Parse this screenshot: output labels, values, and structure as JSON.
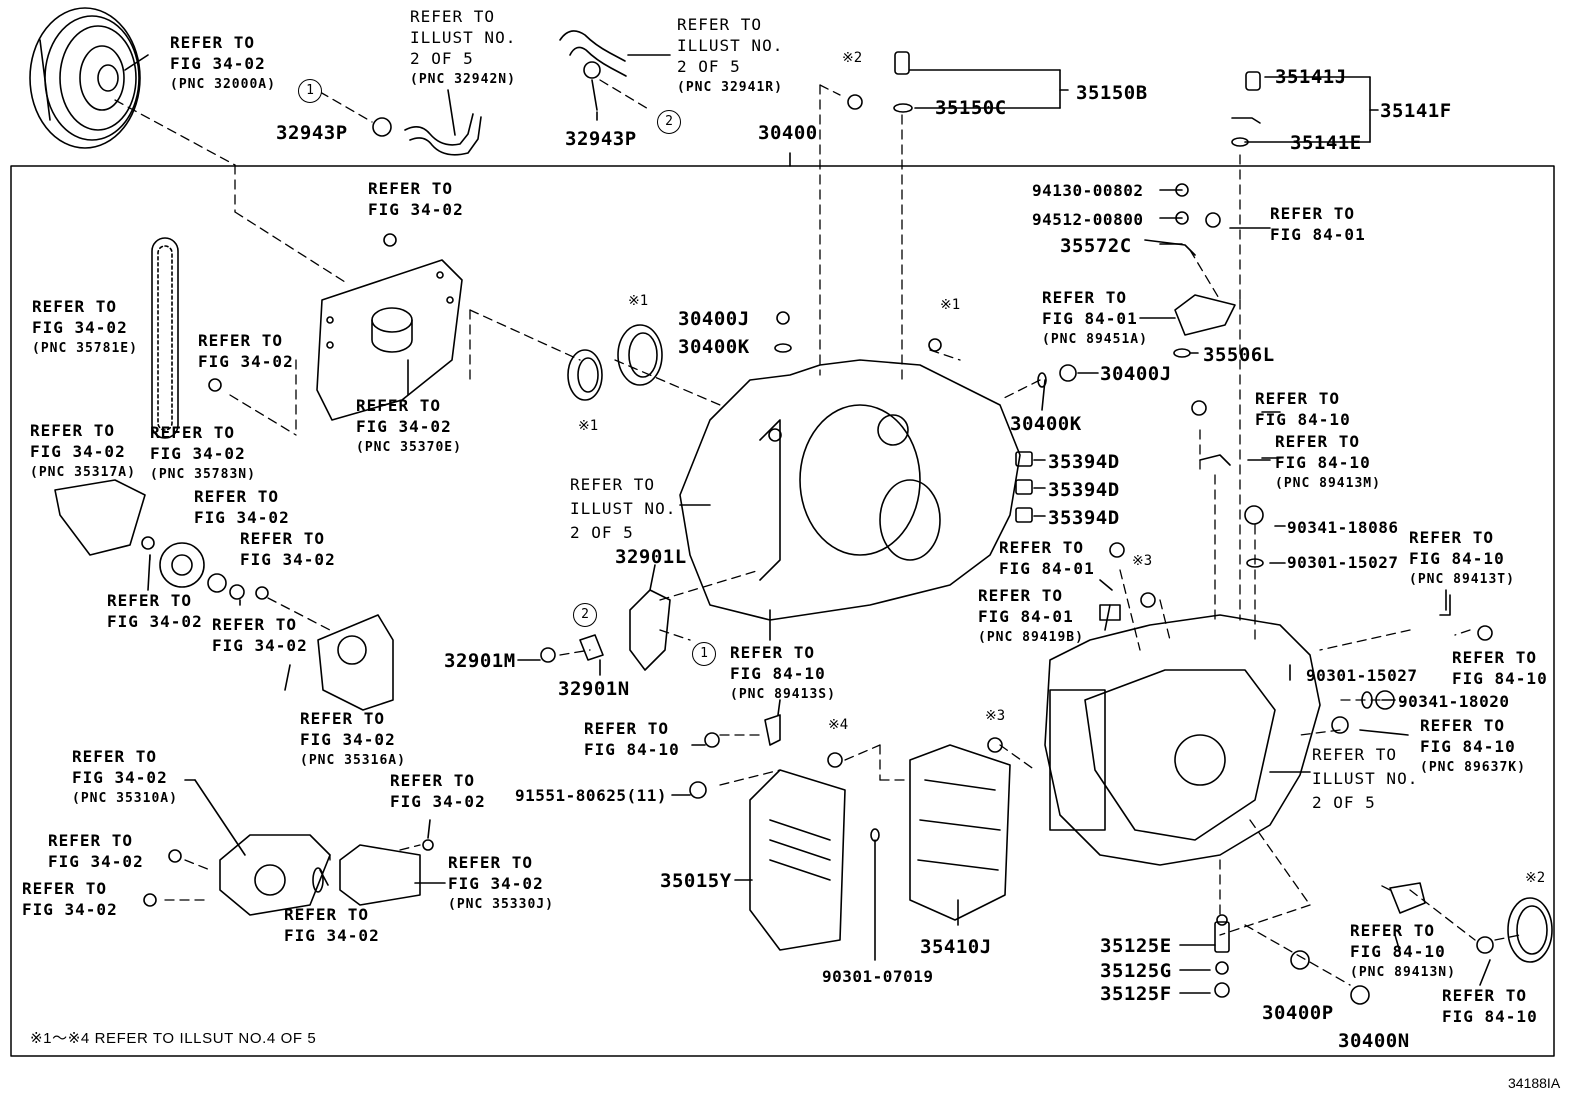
{
  "page": {
    "bg_color": "#ffffff",
    "ink_color": "#000000"
  },
  "footnote": "※1～※4 REFER TO ILLSUT NO.4 OF 5",
  "illustration_code": "34188IA",
  "callouts": {
    "c1": "1",
    "c2": "2"
  },
  "marks": {
    "m1": "※1",
    "m2": "※2",
    "m3": "※3",
    "m4": "※4"
  },
  "parts": {
    "p32943P_a": "32943P",
    "p32943P_b": "32943P",
    "p30400": "30400",
    "p35150B": "35150B",
    "p35150C": "35150C",
    "p35141J": "35141J",
    "p35141F": "35141F",
    "p35141E": "35141E",
    "p94130": "94130-00802",
    "p94512": "94512-00800",
    "p35572C": "35572C",
    "p30400J_a": "30400J",
    "p30400K_a": "30400K",
    "p35506L": "35506L",
    "p30400J_b": "30400J",
    "p30400K_b": "30400K",
    "p35394D_a": "35394D",
    "p35394D_b": "35394D",
    "p35394D_c": "35394D",
    "p90341_18086": "90341-18086",
    "p90301_15027_a": "90301-15027",
    "p32901L": "32901L",
    "p32901M": "32901M",
    "p32901N": "32901N",
    "p90301_15027_b": "90301-15027",
    "p90341_18020": "90341-18020",
    "p91551": "91551-80625(11)",
    "p35015Y": "35015Y",
    "p35410J": "35410J",
    "p90301_07019": "90301-07019",
    "p35125E": "35125E",
    "p35125G": "35125G",
    "p35125F": "35125F",
    "p30400P": "30400P",
    "p30400N": "30400N"
  },
  "refs": {
    "r1": {
      "l1": "REFER TO",
      "l2": "FIG 34-02",
      "pnc": "(PNC 32000A)"
    },
    "r2": {
      "l1": "REFER TO",
      "l2": "ILLUST NO.",
      "l3": "2 OF 5",
      "pnc": "(PNC 32942N)"
    },
    "r3": {
      "l1": "REFER TO",
      "l2": "ILLUST NO.",
      "l3": "2 OF 5",
      "pnc": "(PNC 32941R)"
    },
    "r4": {
      "l1": "REFER TO",
      "l2": "FIG 34-02"
    },
    "r5": {
      "l1": "REFER TO",
      "l2": "FIG 34-02",
      "pnc": "(PNC 35781E)"
    },
    "r6": {
      "l1": "REFER TO",
      "l2": "FIG 34-02"
    },
    "r7": {
      "l1": "REFER TO",
      "l2": "FIG 34-02",
      "pnc": "(PNC 35370E)"
    },
    "r8": {
      "l1": "REFER TO",
      "l2": "FIG 34-02",
      "pnc": "(PNC 35317A)"
    },
    "r9": {
      "l1": "REFER TO",
      "l2": "FIG 34-02",
      "pnc": "(PNC 35783N)"
    },
    "r10": {
      "l1": "REFER TO",
      "l2": "FIG 34-02"
    },
    "r11": {
      "l1": "REFER TO",
      "l2": "FIG 34-02"
    },
    "r12": {
      "l1": "REFER TO",
      "l2": "FIG 34-02"
    },
    "r13": {
      "l1": "REFER TO",
      "l2": "FIG 34-02"
    },
    "r14": {
      "l1": "REFER TO",
      "l2": "FIG 34-02",
      "pnc": "(PNC 35316A)"
    },
    "r15": {
      "l1": "REFER TO",
      "l2": "FIG 34-02",
      "pnc": "(PNC 35310A)"
    },
    "r16": {
      "l1": "REFER TO",
      "l2": "FIG 34-02"
    },
    "r17": {
      "l1": "REFER TO",
      "l2": "FIG 34-02"
    },
    "r18": {
      "l1": "REFER TO",
      "l2": "FIG 34-02"
    },
    "r19": {
      "l1": "REFER TO",
      "l2": "FIG 34-02",
      "pnc": "(PNC 35330J)"
    },
    "r20": {
      "l1": "REFER TO",
      "l2": "FIG 34-02"
    },
    "r21": {
      "l1": "REFER TO",
      "l2": "ILLUST NO.",
      "l3": "2 OF 5"
    },
    "r22": {
      "l1": "REFER TO",
      "l2": "FIG 84-10",
      "pnc": "(PNC 89413S)"
    },
    "r23": {
      "l1": "REFER TO",
      "l2": "FIG 84-10"
    },
    "r24": {
      "l1": "REFER TO",
      "l2": "FIG 84-01"
    },
    "r25": {
      "l1": "REFER TO",
      "l2": "FIG 84-01",
      "pnc": "(PNC 89451A)"
    },
    "r26": {
      "l1": "REFER TO",
      "l2": "FIG 84-10"
    },
    "r27": {
      "l1": "REFER TO",
      "l2": "FIG 84-10",
      "pnc": "(PNC 89413M)"
    },
    "r28": {
      "l1": "REFER TO",
      "l2": "FIG 84-01"
    },
    "r29": {
      "l1": "REFER TO",
      "l2": "FIG 84-01",
      "pnc": "(PNC 89419B)"
    },
    "r30": {
      "l1": "REFER TO",
      "l2": "FIG 84-10",
      "pnc": "(PNC 89413T)"
    },
    "r31": {
      "l1": "REFER TO",
      "l2": "FIG 84-10"
    },
    "r32": {
      "l1": "REFER TO",
      "l2": "FIG 84-10",
      "pnc": "(PNC 89637K)"
    },
    "r33": {
      "l1": "REFER TO",
      "l2": "ILLUST NO.",
      "l3": "2 OF 5"
    },
    "r34": {
      "l1": "REFER TO",
      "l2": "FIG 84-10",
      "pnc": "(PNC 89413N)"
    },
    "r35": {
      "l1": "REFER TO",
      "l2": "FIG 84-10"
    }
  }
}
